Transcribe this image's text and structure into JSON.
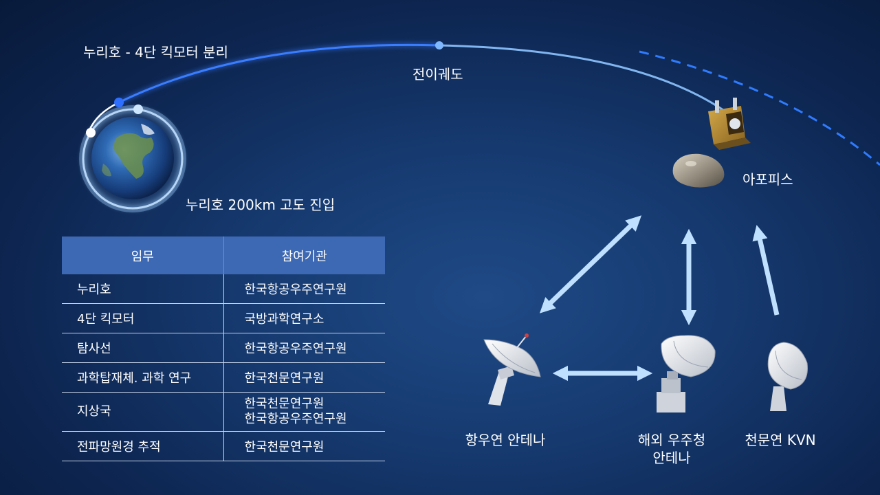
{
  "labels": {
    "separation": "누리호  - 4단 킥모터 분리",
    "transfer_orbit": "전이궤도",
    "entry": "누리호 200km 고도 진입",
    "apophis": "아포피스",
    "kari_antenna": "항우연 안테나",
    "kasa_antenna_line1": "해외 우주청",
    "kasa_antenna_line2": "안테나",
    "kvn": "천문연 KVN"
  },
  "table": {
    "headers": [
      "임무",
      "참여기관"
    ],
    "rows": [
      {
        "mission": "누리호",
        "orgs": [
          "한국항공우주연구원"
        ]
      },
      {
        "mission": "4단 킥모터",
        "orgs": [
          "국방과학연구소"
        ]
      },
      {
        "mission": "탐사선",
        "orgs": [
          "한국항공우주연구원"
        ]
      },
      {
        "mission": "과학탑재체. 과학 연구",
        "orgs": [
          "한국천문연구원"
        ]
      },
      {
        "mission": "지상국",
        "orgs": [
          "한국천문연구원",
          "한국항공우주연구원"
        ]
      },
      {
        "mission": "전파망원경 추적",
        "orgs": [
          "한국천문연구원"
        ]
      }
    ]
  },
  "colors": {
    "orbit": "#3a7dff",
    "arrow": "#bfe0ff",
    "table_header": "#3d68b3"
  }
}
